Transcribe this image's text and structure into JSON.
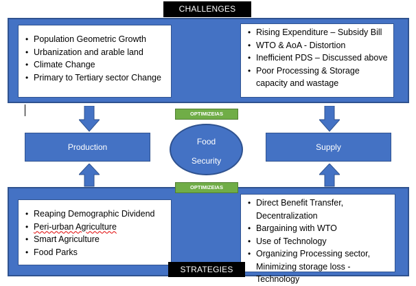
{
  "challenges": {
    "title": "CHALLENGES",
    "left_items": [
      "Population Geometric Growth",
      "Urbanization and arable land",
      "Climate Change",
      "Primary to Tertiary sector Change"
    ],
    "right_items": [
      "Rising Expenditure – Subsidy Bill",
      "WTO & AoA - Distortion",
      "Inefficient PDS – Discussed above",
      "Poor Processing & Storage capacity and wastage"
    ]
  },
  "optimize_top": "OPTIMIZEIAS",
  "optimize_bottom": "OPTIMIZEIAS",
  "production": "Production",
  "supply": "Supply",
  "center": {
    "line1": "Food",
    "line2": "Security"
  },
  "strategies": {
    "title": "STRATEGIES",
    "left_items": [
      "Reaping Demographic Dividend",
      "Peri-urban Agriculture",
      "Smart Agriculture",
      "Food Parks"
    ],
    "right_items": [
      "Direct Benefit Transfer, Decentralization",
      "Bargaining with WTO",
      "Use of Technology",
      "Organizing Processing sector, Minimizing storage loss - Technology"
    ]
  },
  "colors": {
    "panel": "#4472c4",
    "banner": "#000000",
    "optimize": "#70ad47"
  }
}
